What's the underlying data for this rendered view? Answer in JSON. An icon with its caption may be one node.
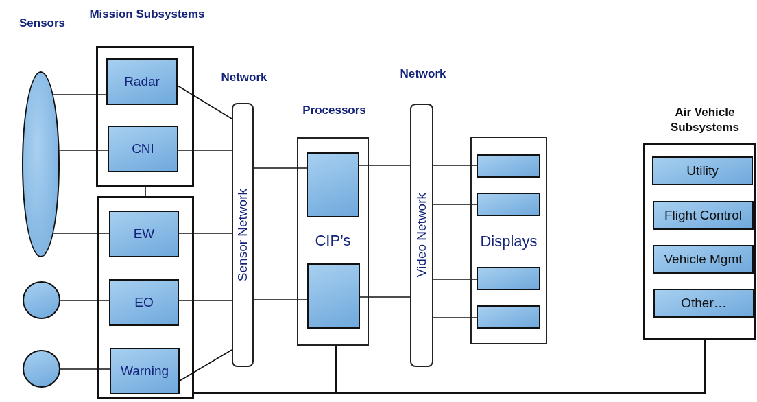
{
  "diagram": {
    "nodes": [
      {
        "text": [
          "Mission Subsystems"
        ]
      },
      {
        "text": [
          "Radar"
        ],
        "in": 0
      },
      {
        "text": [
          "CNI"
        ],
        "in": 0
      },
      {
        "text": [],
        "shape": "box"
      },
      {
        "text": [
          "EW"
        ],
        "in": 3
      },
      {
        "text": [
          "EO"
        ],
        "in": 3
      },
      {
        "text": [
          "Warning"
        ],
        "in": 3
      },
      {
        "text": [
          "Sensors"
        ]
      },
      {
        "text": [],
        "shape": "circle"
      },
      {
        "text": [],
        "shape": "circle"
      },
      {
        "text": [
          "Network",
          "Sensor Network"
        ]
      },
      {
        "text": [
          "Processors",
          "CIP’s"
        ]
      },
      {
        "text": [],
        "shape": "box",
        "in": 11
      },
      {
        "text": [],
        "shape": "box",
        "in": 11
      },
      {
        "text": [
          "Network",
          "Video Network"
        ]
      },
      {
        "text": [
          "Displays"
        ]
      },
      {
        "text": [],
        "shape": "box",
        "in": 15
      },
      {
        "text": [],
        "shape": "box",
        "in": 15
      },
      {
        "text": [],
        "shape": "box",
        "in": 15
      },
      {
        "text": [],
        "shape": "box",
        "in": 15
      },
      {
        "text": [
          "Air Vehicle Subsystems"
        ]
      },
      {
        "text": [
          "Utility"
        ],
        "in": 20
      },
      {
        "text": [
          "Flight Control"
        ],
        "in": 20
      },
      {
        "text": [
          "Vehicle Mgmt"
        ],
        "in": 20
      },
      {
        "text": [
          "Other…"
        ],
        "in": 20
      }
    ],
    "edges": [
      {
        "from": 7,
        "to": 1,
        "arrow": "none"
      },
      {
        "from": 7,
        "to": 2,
        "arrow": "none"
      },
      {
        "from": 7,
        "to": 4,
        "arrow": "none"
      },
      {
        "from": 8,
        "to": 5,
        "arrow": "none"
      },
      {
        "from": 9,
        "to": 6,
        "arrow": "none"
      },
      {
        "from": 1,
        "to": 10,
        "arrow": "none"
      },
      {
        "from": 2,
        "to": 10,
        "arrow": "none"
      },
      {
        "from": 4,
        "to": 10,
        "arrow": "none"
      },
      {
        "from": 5,
        "to": 10,
        "arrow": "none"
      },
      {
        "from": 6,
        "to": 10,
        "arrow": "none"
      },
      {
        "from": 0,
        "to": 3,
        "arrow": "none"
      },
      {
        "from": 10,
        "to": 12,
        "arrow": "none"
      },
      {
        "from": 10,
        "to": 13,
        "arrow": "none"
      },
      {
        "from": 12,
        "to": 14,
        "arrow": "none"
      },
      {
        "from": 13,
        "to": 14,
        "arrow": "none"
      },
      {
        "from": 14,
        "to": 16,
        "arrow": "none"
      },
      {
        "from": 14,
        "to": 17,
        "arrow": "none"
      },
      {
        "from": 14,
        "to": 18,
        "arrow": "none"
      },
      {
        "from": 14,
        "to": 19,
        "arrow": "none"
      },
      {
        "from": 3,
        "to": 11,
        "arrow": "none",
        "style": "thick"
      },
      {
        "from": 3,
        "to": 20,
        "arrow": "none",
        "style": "thick"
      },
      {
        "from": 11,
        "to": 20,
        "arrow": "none",
        "style": "thick"
      }
    ]
  }
}
